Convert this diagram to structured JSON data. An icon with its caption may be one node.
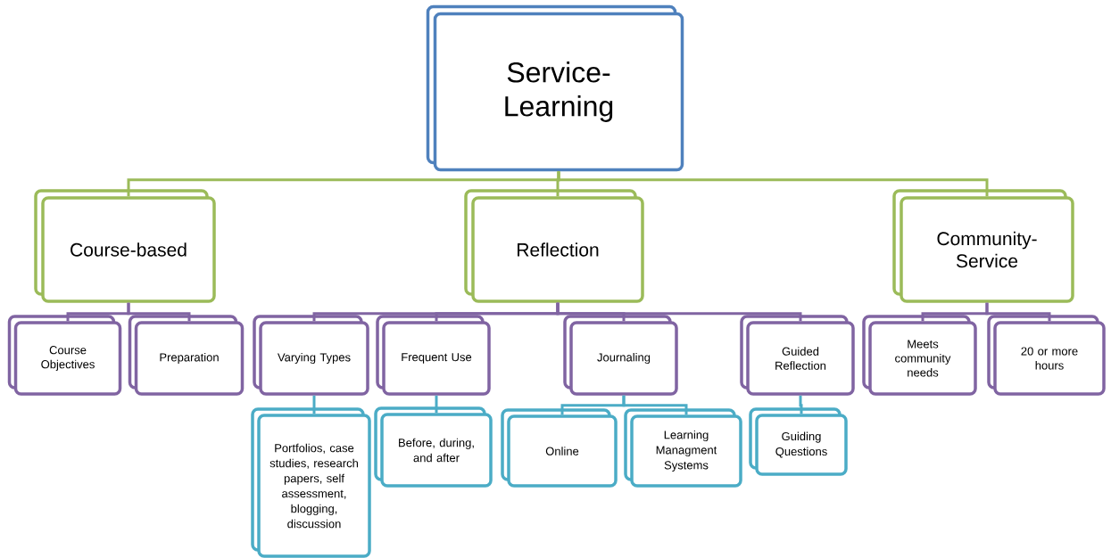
{
  "diagram": {
    "nodes": [
      {
        "text": [
          "Service-Learning"
        ]
      },
      {
        "text": [
          "Course-based"
        ]
      },
      {
        "text": [
          "Reflection"
        ]
      },
      {
        "text": [
          "Community-Service"
        ]
      },
      {
        "text": [
          "Course Objectives"
        ]
      },
      {
        "text": [
          "Preparation"
        ]
      },
      {
        "text": [
          "Varying Types"
        ]
      },
      {
        "text": [
          "Frequent Use"
        ]
      },
      {
        "text": [
          "Journaling"
        ]
      },
      {
        "text": [
          "Guided Reflection"
        ]
      },
      {
        "text": [
          "Meets community needs"
        ]
      },
      {
        "text": [
          "20 or more hours"
        ]
      },
      {
        "text": [
          "Portfolios, case studies, research papers, self assessment, blogging, discussion"
        ]
      },
      {
        "text": [
          "Before, during, and after"
        ]
      },
      {
        "text": [
          "Online"
        ]
      },
      {
        "text": [
          "Learning Managment Systems"
        ]
      },
      {
        "text": [
          "Guiding Questions"
        ]
      }
    ],
    "edges": [
      {
        "from": 0,
        "to": 1,
        "arrow": "none",
        "color": "#9bbb59"
      },
      {
        "from": 0,
        "to": 2,
        "arrow": "none",
        "color": "#9bbb59"
      },
      {
        "from": 0,
        "to": 3,
        "arrow": "none",
        "color": "#9bbb59"
      },
      {
        "from": 1,
        "to": 4,
        "arrow": "none"
      },
      {
        "from": 1,
        "to": 5,
        "arrow": "none"
      },
      {
        "from": 2,
        "to": 6,
        "arrow": "none"
      },
      {
        "from": 2,
        "to": 7,
        "arrow": "none"
      },
      {
        "from": 2,
        "to": 8,
        "arrow": "none"
      },
      {
        "from": 2,
        "to": 9,
        "arrow": "none"
      },
      {
        "from": 3,
        "to": 10,
        "arrow": "none"
      },
      {
        "from": 3,
        "to": 11,
        "arrow": "none"
      },
      {
        "from": 6,
        "to": 12,
        "arrow": "none",
        "color": "#4bacc6"
      },
      {
        "from": 7,
        "to": 13,
        "arrow": "none",
        "color": "#4bacc6"
      },
      {
        "from": 8,
        "to": 14,
        "arrow": "none",
        "color": "#4bacc6"
      },
      {
        "from": 8,
        "to": 15,
        "arrow": "none",
        "color": "#4bacc6"
      },
      {
        "from": 9,
        "to": 16,
        "arrow": "none",
        "color": "#4bacc6"
      }
    ]
  }
}
